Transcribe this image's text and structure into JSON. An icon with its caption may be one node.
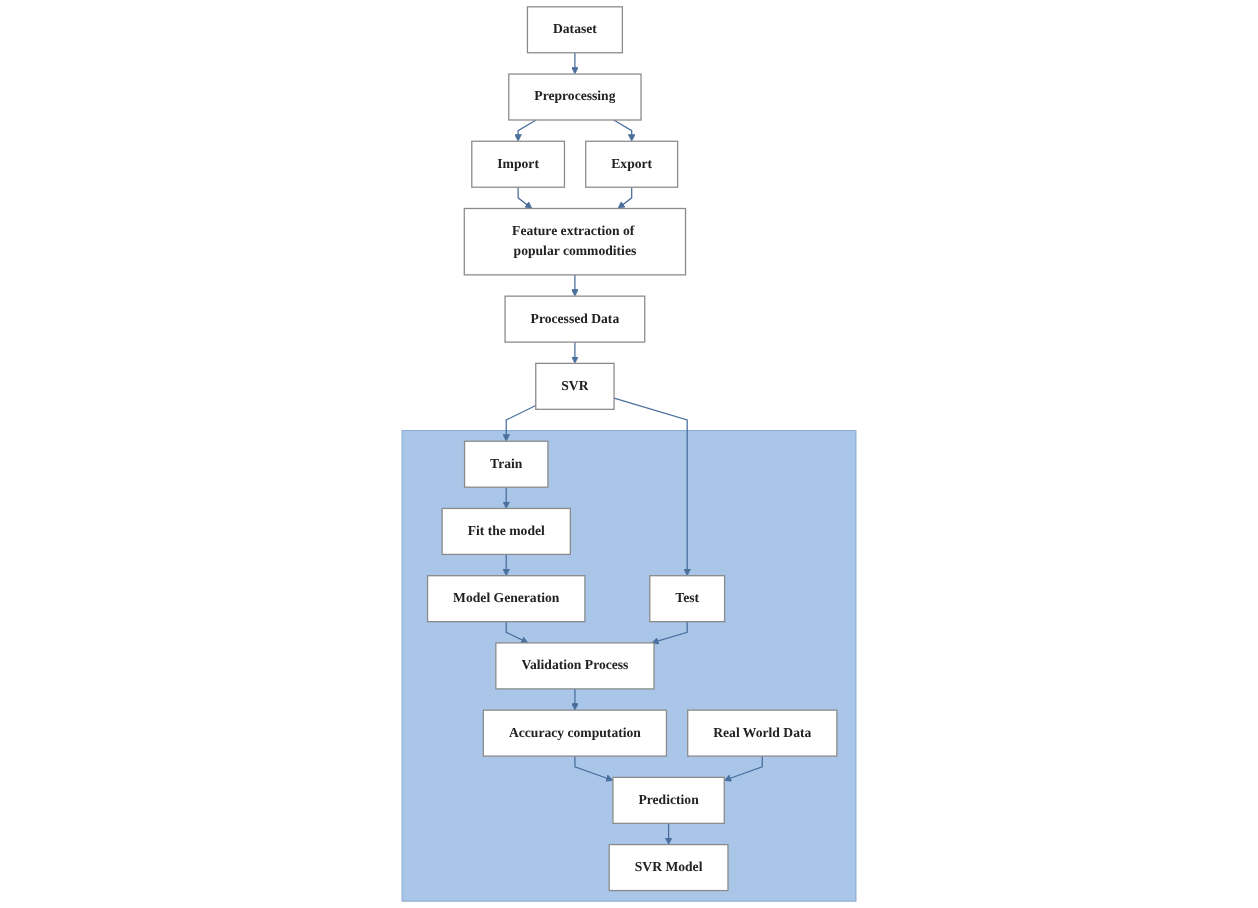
{
  "diagram": {
    "nodes": [
      {
        "text": [
          "Dataset"
        ]
      },
      {
        "text": [
          "Preprocessing"
        ]
      },
      {
        "text": [
          "Import"
        ]
      },
      {
        "text": [
          "Export"
        ]
      },
      {
        "text": [
          "Feature extraction of popular commodities"
        ]
      },
      {
        "text": [
          "Processed Data"
        ]
      },
      {
        "text": [
          "SVR"
        ]
      },
      {
        "text": [],
        "shape": "box"
      },
      {
        "text": [
          "Train"
        ],
        "in": 7
      },
      {
        "text": [
          "Test"
        ],
        "in": 7
      },
      {
        "text": [
          "Fit the model"
        ],
        "in": 7
      },
      {
        "text": [
          "Model Generation"
        ],
        "in": 7
      },
      {
        "text": [
          "Validation Process"
        ],
        "in": 7
      },
      {
        "text": [
          "Accuracy computation"
        ],
        "in": 7
      },
      {
        "text": [
          "Real World Data"
        ],
        "in": 7
      },
      {
        "text": [
          "Prediction"
        ],
        "in": 7
      },
      {
        "text": [
          "SVR Model"
        ],
        "in": 7
      }
    ],
    "edges": [
      {
        "from": 0,
        "to": 1,
        "arrow": "to"
      },
      {
        "from": 1,
        "to": 2,
        "arrow": "to"
      },
      {
        "from": 1,
        "to": 3,
        "arrow": "to"
      },
      {
        "from": 2,
        "to": 4,
        "arrow": "to"
      },
      {
        "from": 3,
        "to": 4,
        "arrow": "to"
      },
      {
        "from": 4,
        "to": 5,
        "arrow": "to"
      },
      {
        "from": 5,
        "to": 6,
        "arrow": "to"
      },
      {
        "from": 6,
        "to": 8,
        "arrow": "to"
      },
      {
        "from": 6,
        "to": 9,
        "arrow": "to"
      },
      {
        "from": 8,
        "to": 10,
        "arrow": "to"
      },
      {
        "from": 10,
        "to": 11,
        "arrow": "to"
      },
      {
        "from": 11,
        "to": 12,
        "arrow": "to"
      },
      {
        "from": 9,
        "to": 12,
        "arrow": "to"
      },
      {
        "from": 12,
        "to": 13,
        "arrow": "to"
      },
      {
        "from": 13,
        "to": 15,
        "arrow": "to"
      },
      {
        "from": 14,
        "to": 15,
        "arrow": "to"
      },
      {
        "from": 15,
        "to": 16,
        "arrow": "to"
      }
    ]
  }
}
